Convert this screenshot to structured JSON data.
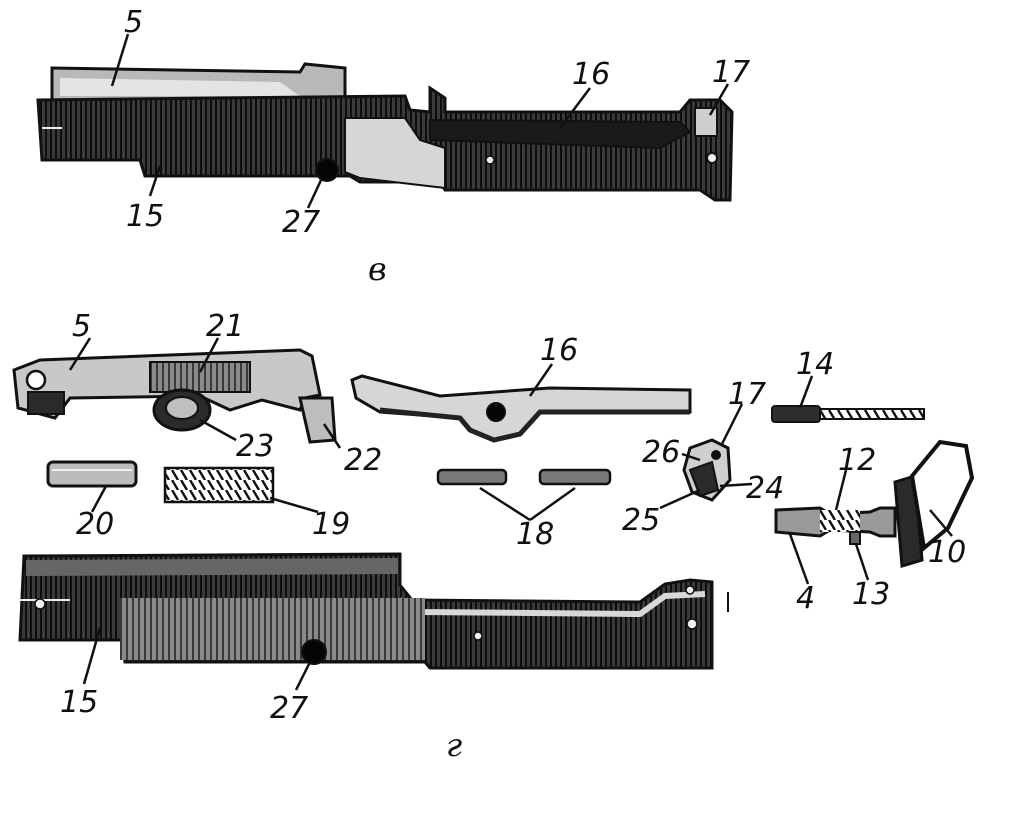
{
  "figure": {
    "top_caption": "в",
    "bottom_caption": "г"
  },
  "top_assembly": {
    "labels": [
      "5",
      "16",
      "17",
      "15",
      "27"
    ]
  },
  "parts": {
    "labels": [
      "5",
      "21",
      "23",
      "22",
      "16",
      "17",
      "26",
      "24",
      "25",
      "14",
      "12",
      "10",
      "4",
      "13",
      "20",
      "19",
      "18",
      "15",
      "27"
    ]
  },
  "colors": {
    "ink": "#111111",
    "metal_dark": "#2a2a2a",
    "metal_mid": "#555555",
    "metal_light": "#9a9a9a",
    "paper": "#ffffff"
  }
}
